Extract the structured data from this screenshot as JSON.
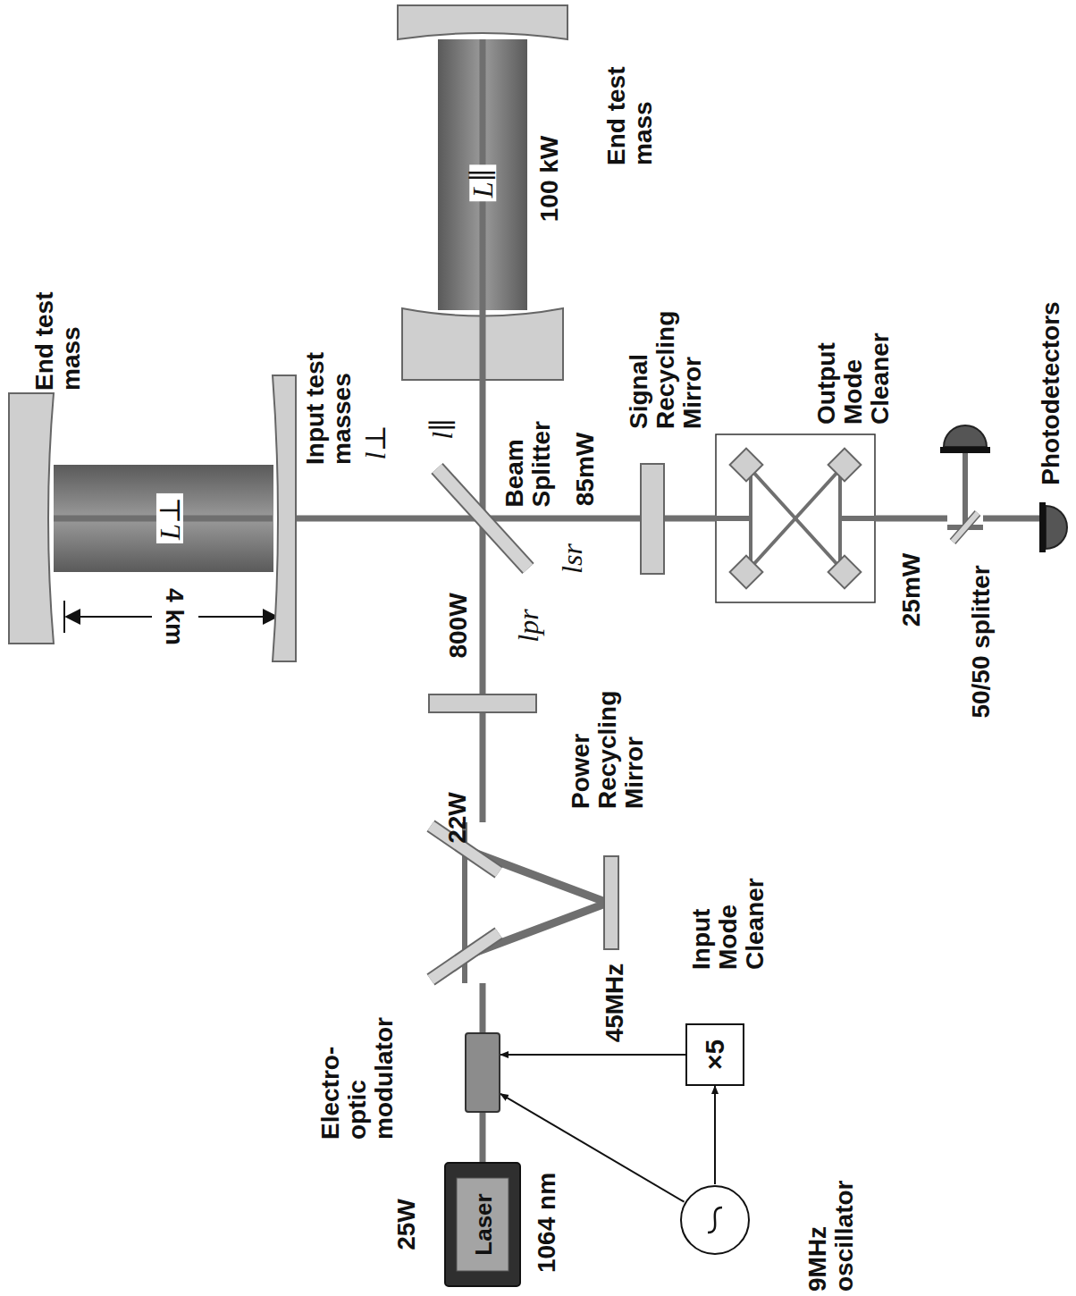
{
  "diagram": {
    "nodes": [
      {
        "text": [
          "Laser"
        ]
      },
      {
        "text": [
          "Electro-optic modulator"
        ]
      },
      {
        "text": [
          "9MHz oscillator"
        ]
      },
      {
        "text": [
          "×5"
        ]
      },
      {
        "text": [
          "Input Mode Cleaner"
        ]
      },
      {
        "text": [
          "Power Recycling Mirror"
        ]
      },
      {
        "text": [
          "Beam Splitter"
        ]
      },
      {
        "text": [
          "Input test masses"
        ]
      },
      {
        "text": [
          "End test mass"
        ]
      },
      {
        "text": [
          "End test mass"
        ]
      },
      {
        "text": [
          "Signal Recycling Mirror"
        ]
      },
      {
        "text": [
          "Output Mode Cleaner"
        ]
      },
      {
        "text": [
          "50/50 splitter"
        ]
      },
      {
        "text": [
          "Photodetectors"
        ]
      }
    ],
    "edges": [
      {
        "from": 0,
        "to": 1,
        "arrow": "none"
      },
      {
        "from": 2,
        "to": 1,
        "arrow": "to"
      },
      {
        "from": 2,
        "to": 3,
        "arrow": "to"
      },
      {
        "from": 3,
        "to": 1,
        "label": "45MHz",
        "arrow": "to"
      },
      {
        "from": 1,
        "to": 4,
        "arrow": "none"
      },
      {
        "from": 4,
        "to": 5,
        "label": "22W",
        "arrow": "none"
      },
      {
        "from": 5,
        "to": 6,
        "label": "800W",
        "arrow": "none"
      },
      {
        "from": 6,
        "to": 7,
        "arrow": "none"
      },
      {
        "from": 7,
        "to": 8,
        "label": "L⊥",
        "arrow": "none"
      },
      {
        "from": 6,
        "to": 9,
        "label": "L∥",
        "arrow": "none"
      },
      {
        "from": 6,
        "to": 10,
        "arrow": "none"
      },
      {
        "from": 10,
        "to": 11,
        "arrow": "none"
      },
      {
        "from": 11,
        "to": 12,
        "arrow": "none"
      },
      {
        "from": 12,
        "to": 13,
        "arrow": "none"
      }
    ],
    "labels": [
      "25W",
      "1064 nm",
      "lpr",
      "l⊥",
      "l∥",
      "85mW",
      "lsr",
      "100 kW",
      "4 km",
      "25mW"
    ]
  }
}
